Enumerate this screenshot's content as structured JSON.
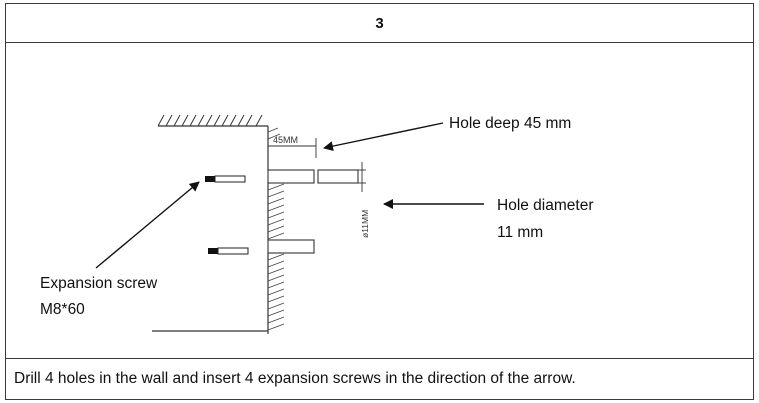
{
  "step_number": "3",
  "diagram": {
    "dimension_depth_label": "45MM",
    "dimension_diameter_label": "ø11MM",
    "callout_depth": "Hole deep 45 mm",
    "callout_diameter_line1": "Hole diameter",
    "callout_diameter_line2": "11 mm",
    "callout_screw_line1": "Expansion screw",
    "callout_screw_line2": "M8*60"
  },
  "instruction": "Drill 4 holes in the wall and insert 4 expansion screws in the direction of the arrow."
}
